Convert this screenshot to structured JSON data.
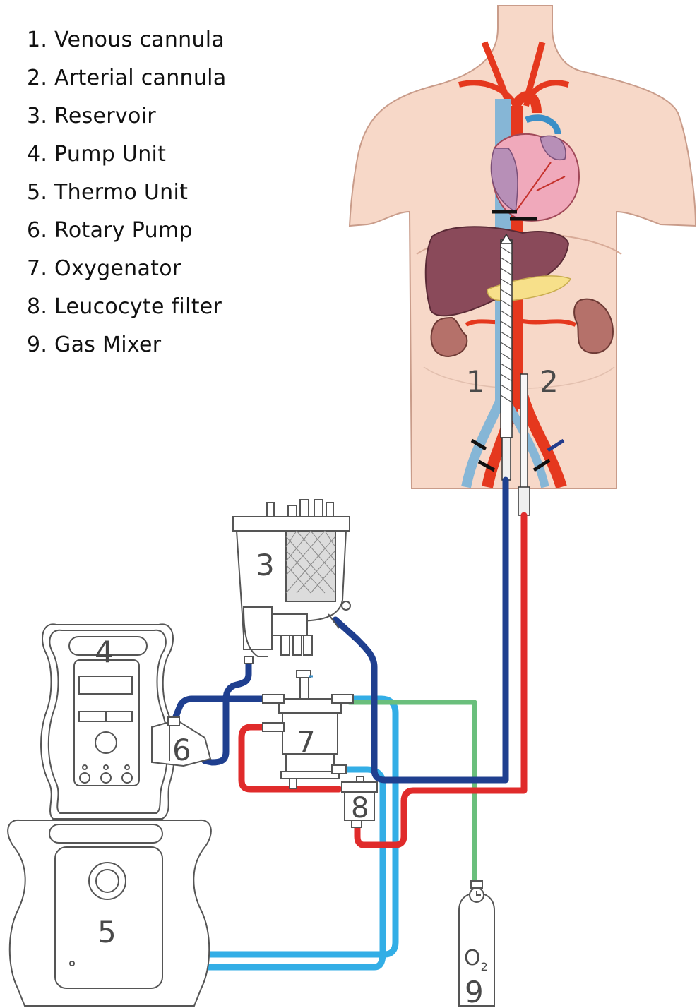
{
  "legend": [
    "1. Venous cannula",
    "2. Arterial cannula",
    "3. Reservoir",
    "4. Pump Unit",
    "5. Thermo Unit",
    "6. Rotary Pump",
    "7. Oxygenator",
    "8. Leucocyte filter",
    "9. Gas Mixer"
  ],
  "numbers": {
    "venous_cannula": "1",
    "arterial_cannula": "2",
    "reservoir": "3",
    "pump_unit": "4",
    "thermo_unit": "5",
    "rotary_pump": "6",
    "oxygenator": "7",
    "leucocyte_filter": "8",
    "gas_mixer": "9"
  },
  "gas_label": "O",
  "gas_label_sub": "2",
  "colors": {
    "venous": "#1f3f8f",
    "arterial": "#e02b2b",
    "thermo": "#33aee6",
    "gas": "#6abf7c",
    "skin": "#f7d8c8",
    "outline": "#555555"
  }
}
